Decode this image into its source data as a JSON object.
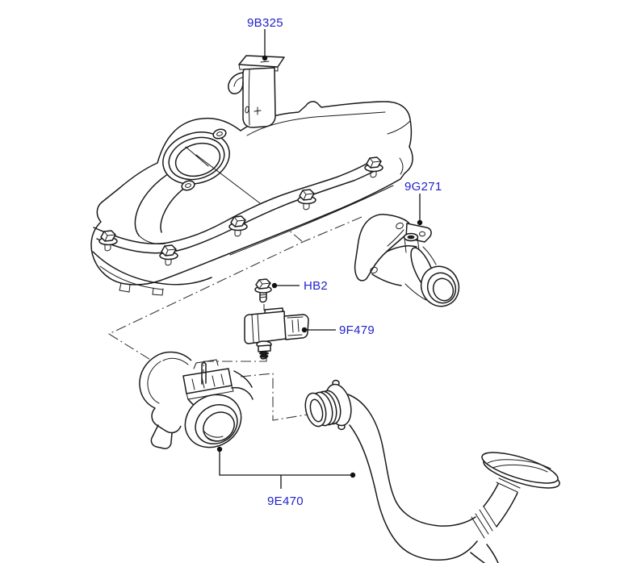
{
  "diagram": {
    "background": "#ffffff",
    "line_color": "#1a1a1a",
    "callout_color": "#2222cc",
    "parts": [
      {
        "label": "9B325"
      },
      {
        "label": "9G271"
      },
      {
        "label": "HB2"
      },
      {
        "label": "9F479"
      },
      {
        "label": "9E470"
      }
    ]
  }
}
